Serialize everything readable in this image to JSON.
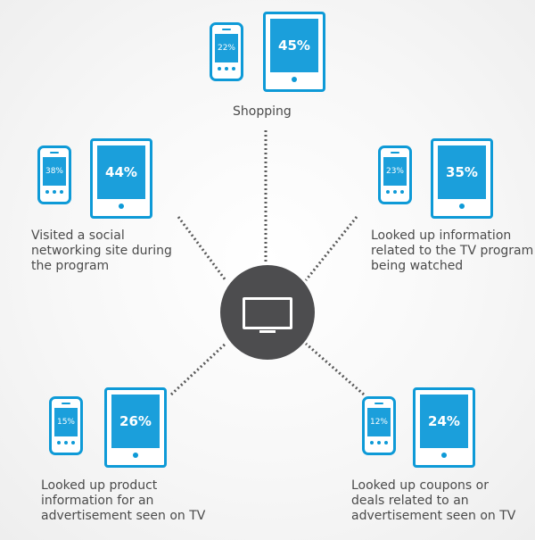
{
  "center": {
    "icon": "tv-icon"
  },
  "stats": [
    {
      "id": "shopping",
      "phone_value": "22%",
      "tablet_value": "45%",
      "label_lines": [
        "Shopping"
      ]
    },
    {
      "id": "social",
      "phone_value": "38%",
      "tablet_value": "44%",
      "label_lines": [
        "Visited a social",
        "networking site during",
        "the program"
      ]
    },
    {
      "id": "tv-info",
      "phone_value": "23%",
      "tablet_value": "35%",
      "label_lines": [
        "Looked up information",
        "related to the TV program",
        "being watched"
      ]
    },
    {
      "id": "product-info",
      "phone_value": "15%",
      "tablet_value": "26%",
      "label_lines": [
        "Looked up product",
        "information for an",
        "advertisement seen on TV"
      ]
    },
    {
      "id": "coupons",
      "phone_value": "12%",
      "tablet_value": "24%",
      "label_lines": [
        "Looked up coupons or",
        "deals related to an",
        "advertisement seen on TV"
      ]
    }
  ],
  "colors": {
    "accent": "#1b9fdb",
    "hub": "#4d4d4f",
    "dots": "#5a5a5a",
    "text": "#4a4a4a"
  }
}
